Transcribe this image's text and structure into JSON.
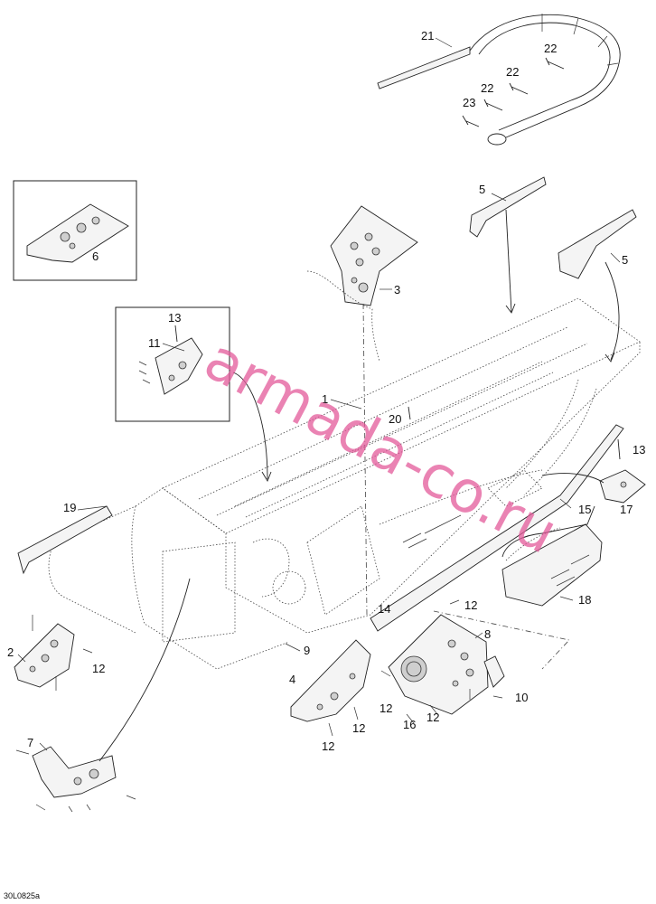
{
  "diagram": {
    "callouts": [
      "21",
      "22",
      "22",
      "22",
      "23",
      "5",
      "5",
      "6",
      "3",
      "13",
      "11",
      "1",
      "20",
      "13",
      "17",
      "15",
      "19",
      "18",
      "14",
      "12",
      "9",
      "8",
      "2",
      "12",
      "4",
      "12",
      "12",
      "10",
      "16",
      "12",
      "12",
      "7"
    ],
    "drawing_code": "30L0825a",
    "watermark": "armada-co.ru"
  }
}
